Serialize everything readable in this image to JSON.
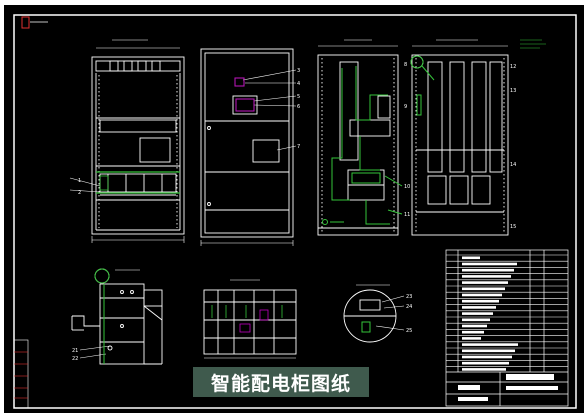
{
  "caption": "智能配电柜图纸",
  "colors": {
    "background": "#000000",
    "line": "#ffffff",
    "green": "#35c43a",
    "magenta": "#c000c0",
    "red": "#e03030",
    "caption_bg": "#3f5a4d"
  },
  "callouts": {
    "front_view": [
      "1",
      "2"
    ],
    "door_view": [
      "3",
      "4",
      "5",
      "6",
      "7"
    ],
    "side_view": [
      "8",
      "9",
      "10",
      "11"
    ],
    "rear_view": [
      "12",
      "13",
      "14",
      "15"
    ],
    "detail_a": [
      "21",
      "22"
    ],
    "detail_b": [
      "23",
      "24",
      "25"
    ]
  },
  "views": [
    "front-panel",
    "door-panel",
    "side-section",
    "rear-panel",
    "detail-a",
    "detail-plan",
    "detail-b",
    "parts-list"
  ]
}
